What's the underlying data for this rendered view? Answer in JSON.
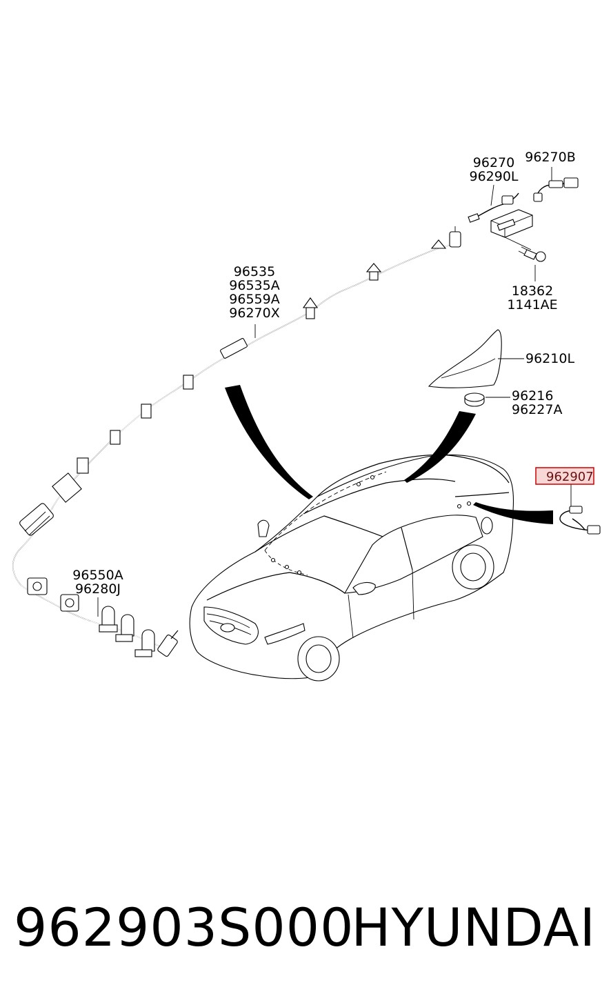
{
  "diagram": {
    "callouts": {
      "module_top": [
        "96270",
        "96290L"
      ],
      "module_extension": [
        "96270B"
      ],
      "bolt": [
        "18362",
        "1141AE"
      ],
      "roof_cable": [
        "96535",
        "96535A",
        "96559A",
        "96270X"
      ],
      "antenna_cover": [
        "96210L"
      ],
      "antenna_base": [
        "96216",
        "96227A"
      ],
      "front_cable": [
        "96550A",
        "96280J"
      ],
      "highlighted": "962907"
    },
    "colors": {
      "line": "#000000",
      "highlight_border": "#cc0000",
      "highlight_fill": "#f8d7d7"
    }
  },
  "footer": {
    "part_number": "962903S000",
    "brand": "HYUNDAI"
  }
}
